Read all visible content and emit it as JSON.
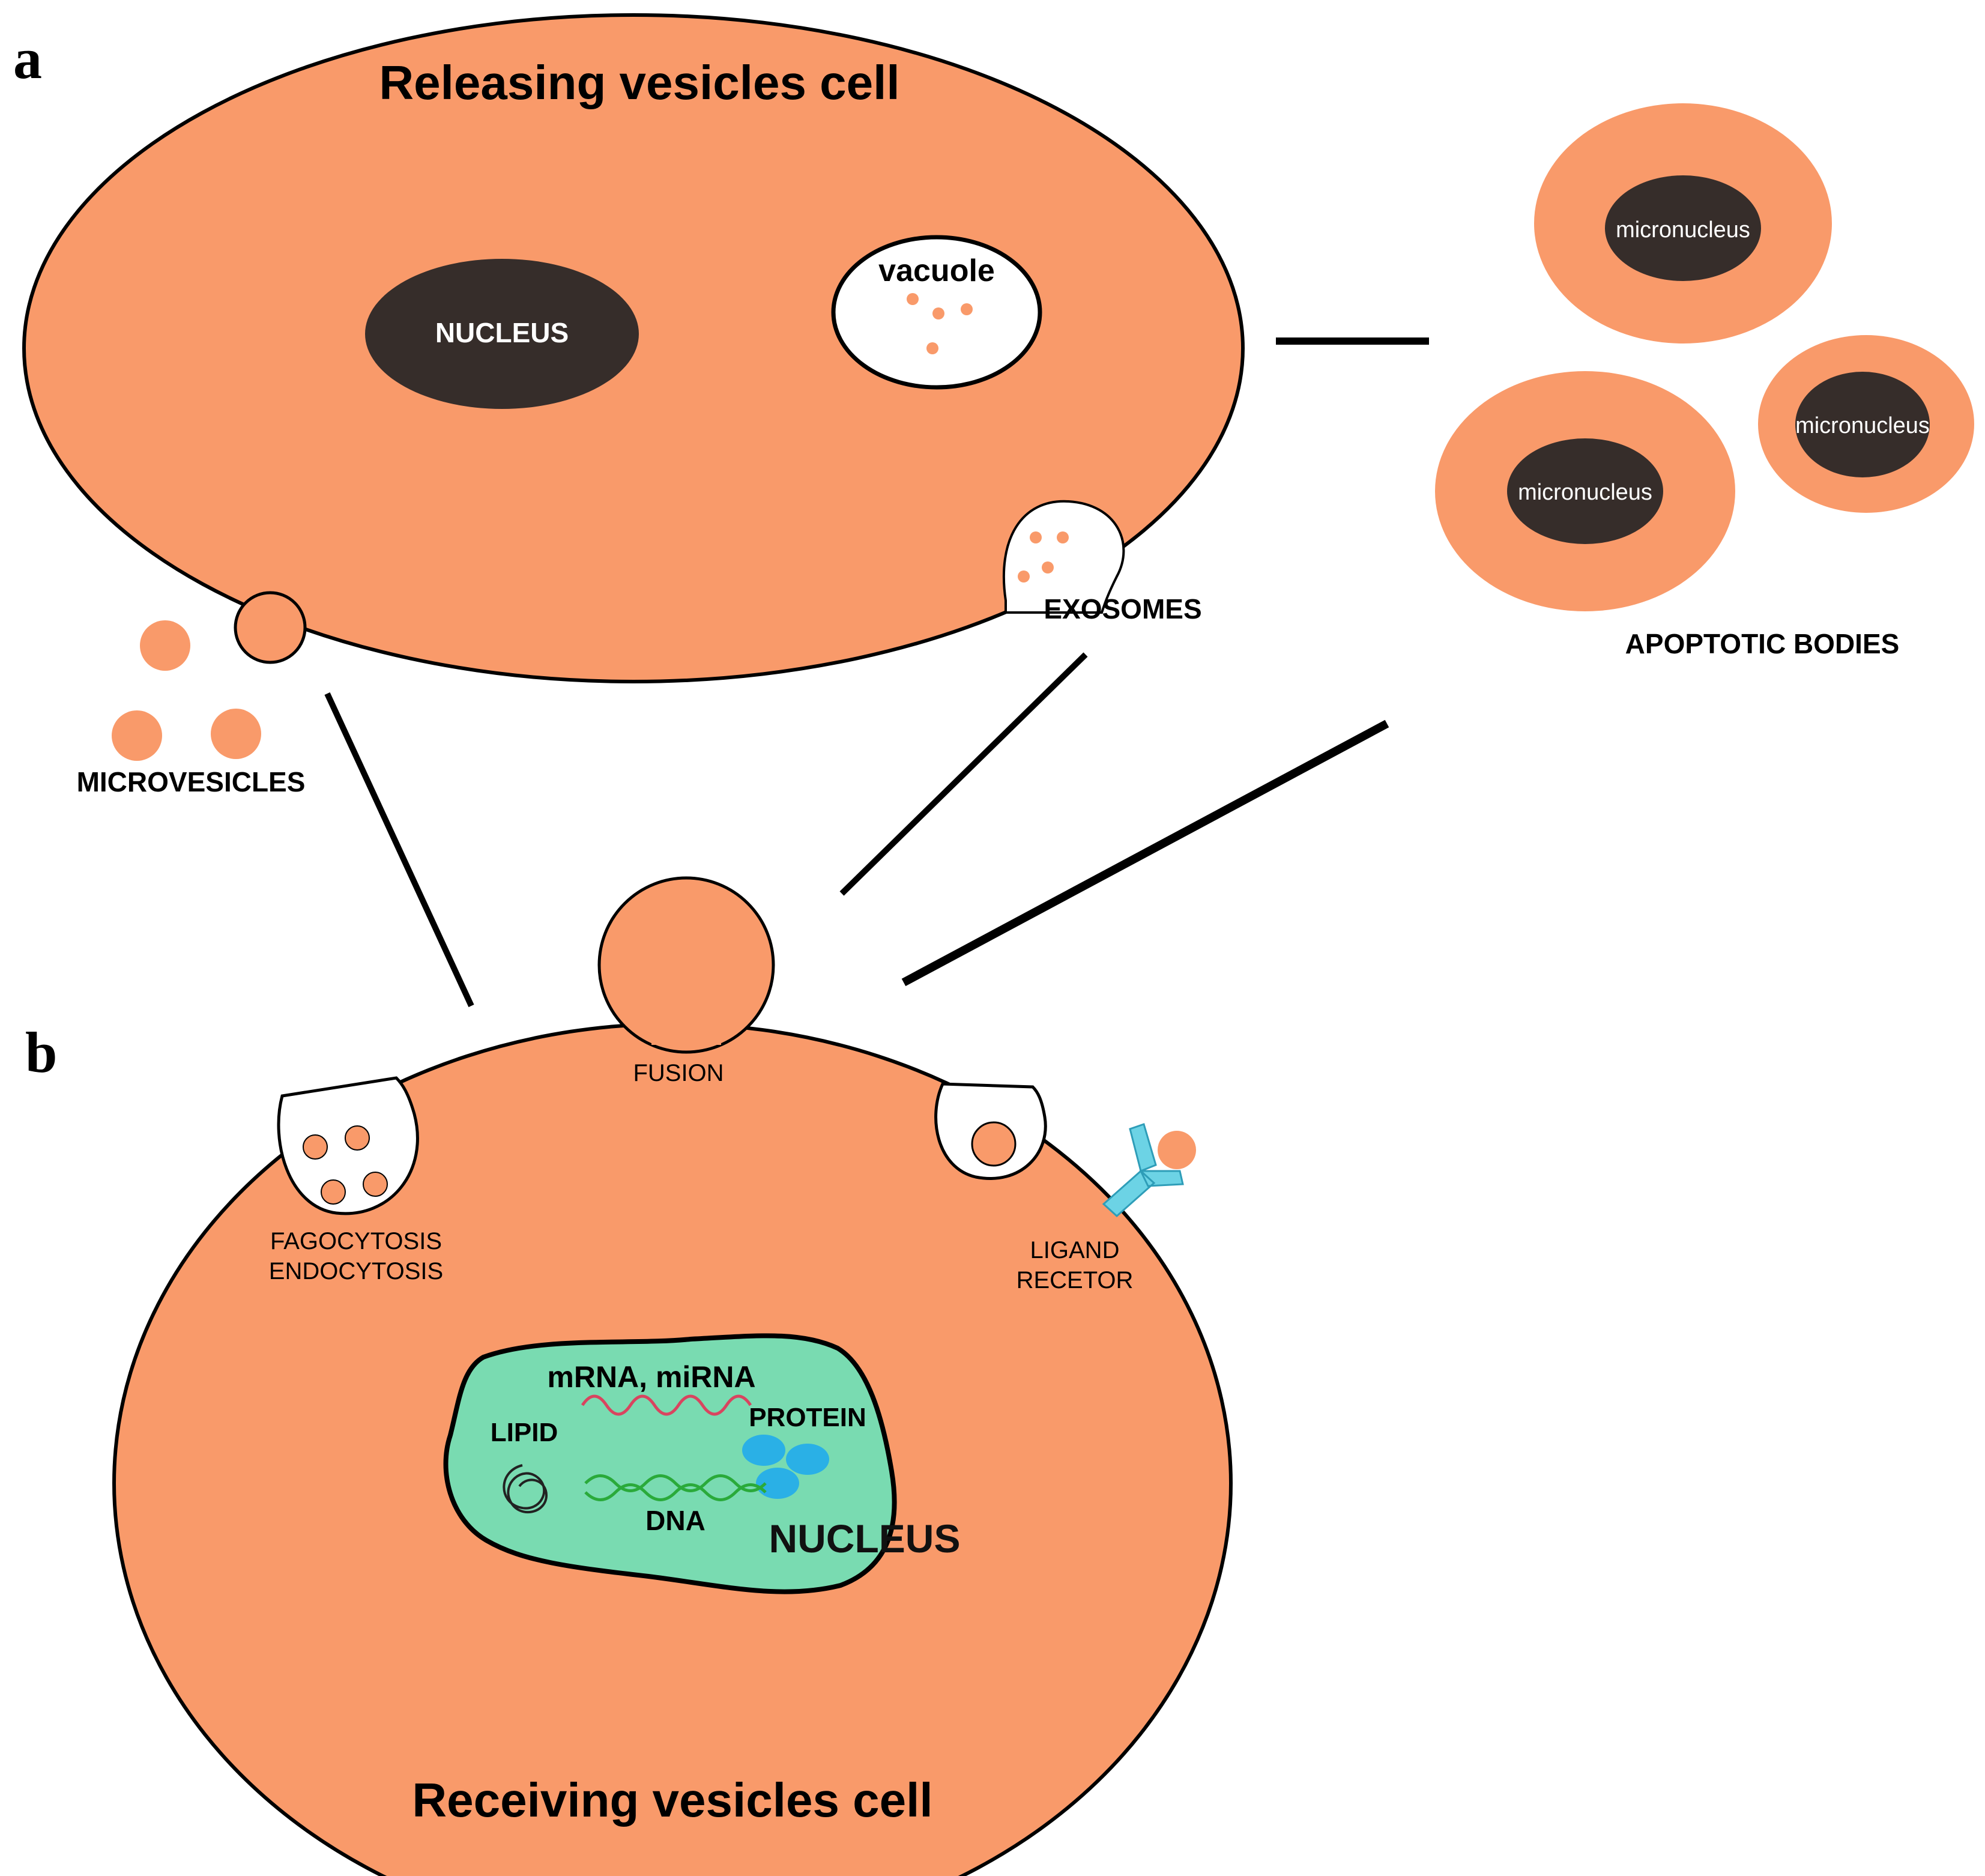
{
  "panels": {
    "a": "a",
    "b": "b"
  },
  "releasing_cell": {
    "title": "Releasing vesicles cell",
    "nucleus": "NUCLEUS",
    "vacuole": "vacuole",
    "exosomes": "EXOSOMES",
    "microvesicles": "MICROVESICLES"
  },
  "apoptotic": {
    "label": "APOPTOTIC BODIES",
    "micronucleus": [
      "micronucleus",
      "micronucleus",
      "micronucleus"
    ]
  },
  "receiving_cell": {
    "title": "Receiving vesicles cell",
    "fusion": "FUSION",
    "fagocytosis_1": "FAGOCYTOSIS",
    "fagocytosis_2": "ENDOCYTOSIS",
    "ligand_1": "LIGAND",
    "ligand_2": "RECETOR",
    "nucleus": "NUCLEUS",
    "rna": "mRNA, miRNA",
    "protein": "PROTEIN",
    "lipid": "LIPID",
    "dna": "DNA"
  },
  "colors": {
    "cell": "#f99a6a",
    "dark_nucleus": "#362d2a",
    "green_nucleus": "#79dbb1",
    "receptor": "#6cd3e5",
    "protein": "#2ab0e6",
    "rna": "#d9445f",
    "dna": "#2aaa3a",
    "line": "#000000"
  }
}
